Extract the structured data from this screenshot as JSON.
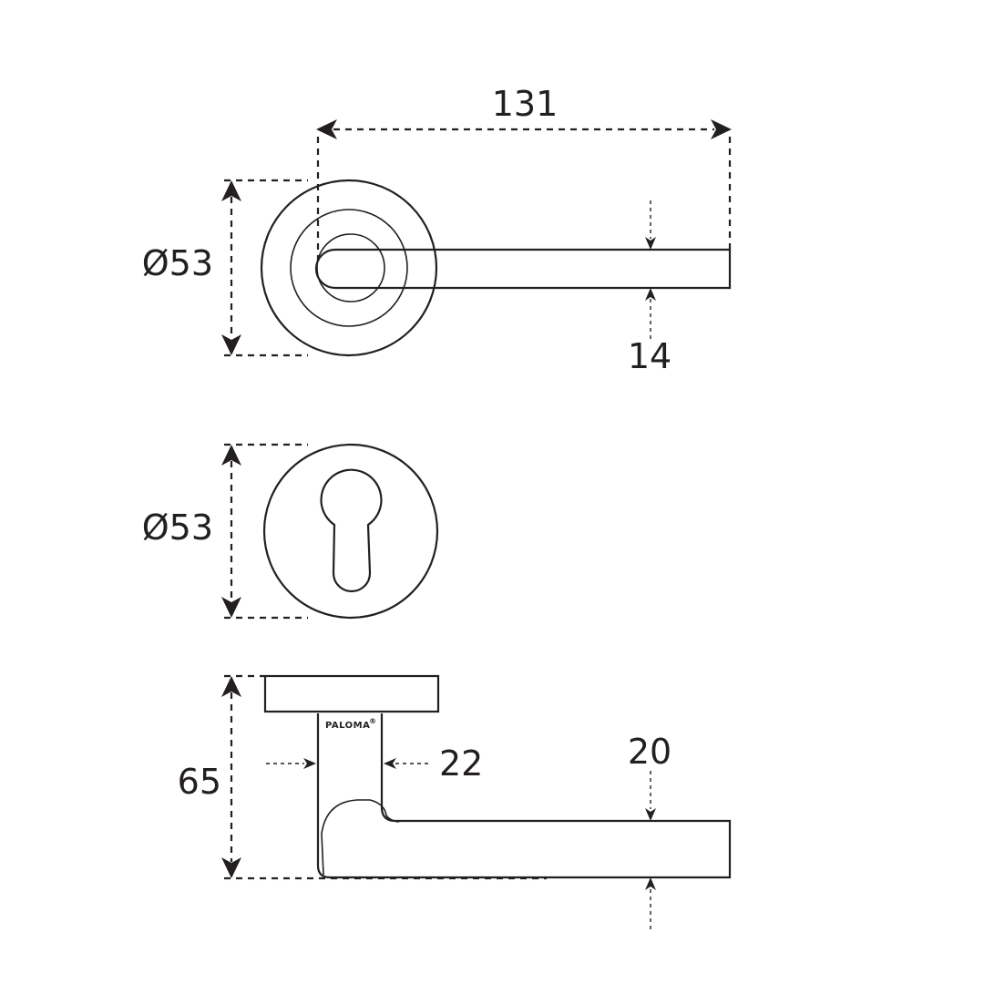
{
  "top_view": {
    "length_label": "131",
    "rose_diameter_label": "Ø53",
    "lever_thickness_label": "14"
  },
  "key_rose_view": {
    "rose_diameter_label": "Ø53"
  },
  "side_view": {
    "height_label": "65",
    "neck_width_label": "22",
    "lever_height_label": "20",
    "brand_text": "PALOMA",
    "brand_mark": "®"
  }
}
